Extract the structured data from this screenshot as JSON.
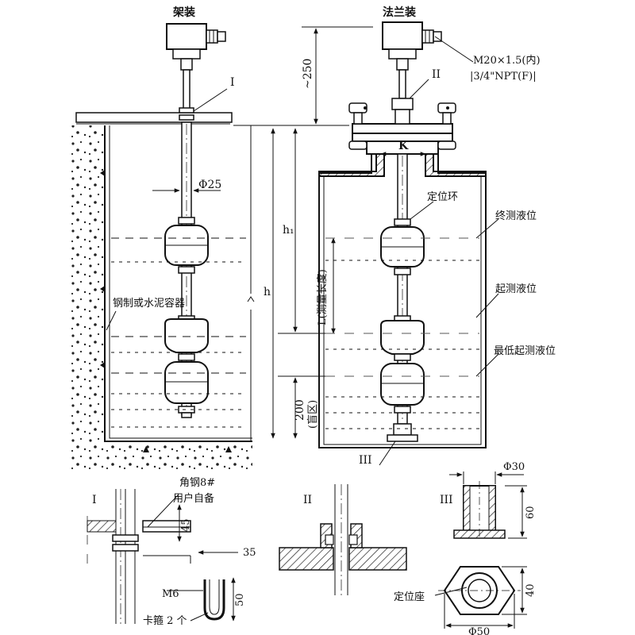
{
  "titles": {
    "rack_mount": "架装",
    "flange_mount": "法兰装"
  },
  "labels": {
    "thread_1": "M20×1.5(内)",
    "thread_2": "|3/4\"NPT(F)|",
    "dim_250": "~250",
    "detail_I": "I",
    "detail_II": "II",
    "detail_III": "III",
    "dia25": "Φ25",
    "K": "K",
    "positioning_ring": "定位环",
    "final_level": "终测液位",
    "start_level": "起测液位",
    "min_start_level": "最低起测液位",
    "h1": "h₁",
    "h": "h",
    "L_measure": "L(测量长度)",
    "dim_200": "200",
    "blind_zone": "(盲区)",
    "container": "钢制或水泥容器",
    "angle_steel": "角钢8#",
    "user_supplied": "用户自备",
    "dim_45": "45",
    "dim_35": "35",
    "M6": "M6",
    "dim_50": "50",
    "clip": "卡箍 2 个",
    "dia30": "Φ30",
    "dim_60": "60",
    "positioning_seat": "定位座",
    "dim_40": "40",
    "dia50": "Φ50"
  }
}
